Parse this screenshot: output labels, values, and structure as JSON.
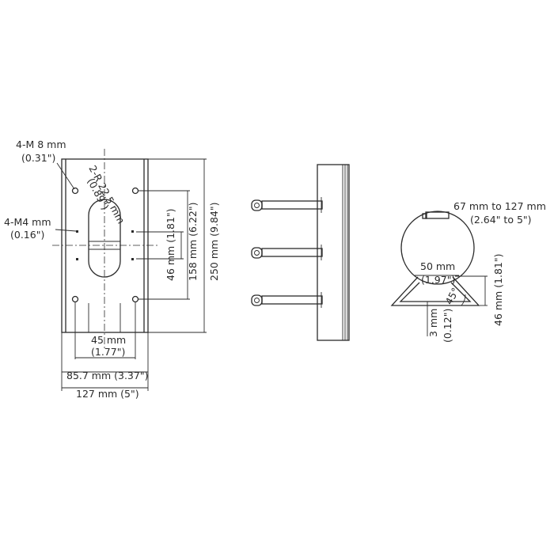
{
  "front_view": {
    "m8_qty": "4-M 8 mm",
    "m8_inch": "(0.31\")",
    "m4_qty": "4-M4 mm",
    "m4_inch": "(0.16\")",
    "radius_mm": "2-R 22.5 mm",
    "radius_inch": "(0.89\")",
    "dim_46": "46 mm (1.81\")",
    "dim_158": "158 mm (6.22\")",
    "dim_250": "250 mm (9.84\")",
    "dim_45_mm": "45 mm",
    "dim_45_inch": "(1.77\")",
    "dim_85": "85.7 mm (3.37\")",
    "dim_127": "127 mm (5\")"
  },
  "clamp_view": {
    "range_mm": "67 mm to 127 mm",
    "range_inch": "(2.64\" to 5\")",
    "dim_50_mm": "50 mm",
    "dim_50_inch": "(1.97\")",
    "angle": "45°",
    "dim_3_mm": "3 mm",
    "dim_3_inch": "(0.12\")",
    "dim_46": "46 mm (1.81\")"
  },
  "colors": {
    "line": "#2b2b2b",
    "background": "#ffffff"
  }
}
